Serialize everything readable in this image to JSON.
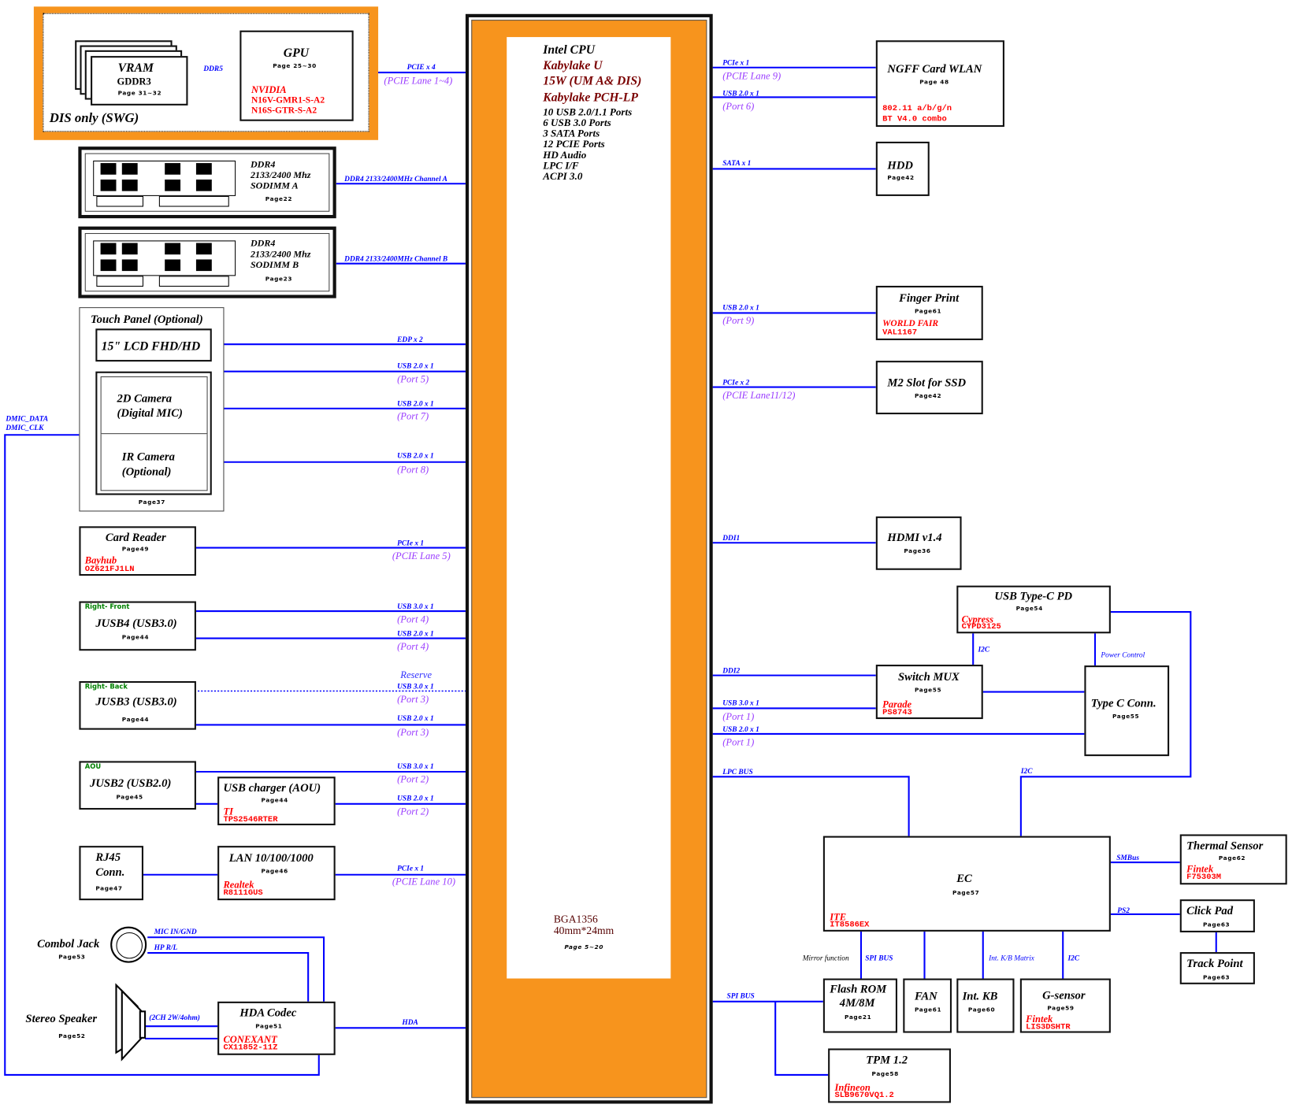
{
  "gpu_section": {
    "label": "DIS only (SWG)",
    "vram": {
      "title": "VRAM",
      "subtitle": "GDDR3",
      "page": "Page 31~32"
    },
    "link": "DDR5",
    "gpu": {
      "title": "GPU",
      "page": "Page 25~30",
      "vendor": "NVIDIA",
      "parts": [
        "N16V-GMR1-S-A2",
        "N16S-GTR-S-A2"
      ]
    },
    "bus": "PCIE x 4",
    "bus_note": "(PCIE Lane 1~4)"
  },
  "cpu": {
    "lines": [
      "Intel CPU",
      "Kabylake U",
      "15W (UM A& DIS)",
      "Kabylake  PCH-LP"
    ],
    "features": [
      "10 USB 2.0/1.1 Ports",
      "6 USB 3.0 Ports",
      "3 SATA Ports",
      "12 PCIE Ports",
      "HD Audio",
      "LPC I/F",
      "ACPI 3.0"
    ],
    "package": "BGA1356",
    "size": "40mm*24mm",
    "page": "Page  5~20"
  },
  "sodimm_a": {
    "lines": [
      "DDR4",
      "2133/2400  Mhz",
      "SODIMM A"
    ],
    "page": "Page22",
    "bus": "DDR4 2133/2400MHz Channel A"
  },
  "sodimm_b": {
    "lines": [
      "DDR4",
      "2133/2400  Mhz",
      "SODIMM B"
    ],
    "page": "Page23",
    "bus": "DDR4 2133/2400MHz Channel B"
  },
  "touch_panel": {
    "title": "Touch Panel (Optional)",
    "lcd": "15\" LCD  FHD/HD",
    "cam2d": [
      "2D Camera",
      "(Digital MIC)"
    ],
    "ir": [
      "IR Camera",
      "(Optional)"
    ],
    "page": "Page37",
    "edp": "EDP x 2",
    "usb_a": "USB 2.0 x 1",
    "port_a": "(Port 5)",
    "usb_b": "USB 2.0 x 1",
    "port_b": "(Port 7)",
    "usb_c": "USB 2.0 x 1",
    "port_c": "(Port 8)"
  },
  "dmic": [
    "DMIC_DATA",
    "DMIC_CLK"
  ],
  "card_reader": {
    "title": "Card Reader",
    "page": "Page49",
    "vendor": "Bayhub",
    "part": "OZ621FJ1LN",
    "bus": "PCIe x 1",
    "bus_note": "(PCIE Lane 5)"
  },
  "jusb4": {
    "tag": "Right- Front",
    "title": "JUSB4 (USB3.0)",
    "page": "Page44",
    "bus1": "USB 3.0 x 1",
    "port1": "(Port 4)",
    "bus2": "USB 2.0 x 1",
    "port2": "(Port 4)"
  },
  "jusb3": {
    "tag": "Right- Back",
    "title": "JUSB3 (USB3.0)",
    "page": "Page44",
    "reserve": "Reserve",
    "bus1": "USB 3.0 x 1",
    "port1": "(Port 3)",
    "bus2": "USB 2.0 x 1",
    "port2": "(Port 3)"
  },
  "jusb2": {
    "tag": "AOU",
    "title": "JUSB2 (USB2.0)",
    "page": "Page45",
    "bus1": "USB 3.0 x 1",
    "port1": "(Port 2)",
    "bus2": "USB 2.0 x 1",
    "port2": "(Port 2)"
  },
  "usb_charger": {
    "title": "USB charger (AOU)",
    "page": "Page44",
    "vendor": "TI",
    "part": "TPS2546RTER"
  },
  "rj45": {
    "title": [
      "RJ45",
      "Conn."
    ],
    "page": "Page47"
  },
  "lan": {
    "title": "LAN 10/100/1000",
    "page": "Page46",
    "vendor": "Realtek",
    "part": "R8111GUS",
    "bus": "PCIe x 1",
    "bus_note": "(PCIE Lane 10)"
  },
  "combo_jack": {
    "title": "Combol  Jack",
    "page": "Page53",
    "mic": "MIC IN/GND",
    "hp": "HP R/L"
  },
  "speaker": {
    "title": "Stereo Speaker",
    "page": "Page52",
    "spec": "(2CH 2W/4ohm)"
  },
  "hda_codec": {
    "title": "HDA Codec",
    "page": "Page51",
    "vendor": "CONEXANT",
    "part": "CX11852-11Z",
    "bus": "HDA"
  },
  "wlan": {
    "title": "NGFF Card WLAN",
    "page": "Page  48",
    "parts": [
      "802.11 a/b/g/n",
      "BT V4.0 combo"
    ],
    "bus1": "PCIe x 1",
    "note1": "(PCIE Lane 9)",
    "bus2": "USB 2.0 x 1",
    "note2": "(Port 6)"
  },
  "hdd": {
    "title": "HDD",
    "page": "Page42",
    "bus": "SATA x 1"
  },
  "finger_print": {
    "title": "Finger Print",
    "page": "Page61",
    "vendor": "WORLD  FAIR",
    "part": "VAL1167",
    "bus": "USB 2.0 x 1",
    "note": "(Port 9)"
  },
  "m2": {
    "title": "M2 Slot for SSD",
    "page": "Page42",
    "bus": "PCIe x 2",
    "note": "(PCIE Lane11/12)"
  },
  "hdmi": {
    "title": "HDMI v1.4",
    "page": "Page36",
    "bus": "DDI1"
  },
  "type_c_pd": {
    "title": "USB  Type-C PD",
    "page": "Page54",
    "vendor": "Cypress",
    "part": "CYPD3125",
    "i2c": "I2C",
    "power": "Power Control",
    "i2c_ec": "I2C"
  },
  "switch_mux": {
    "title": "Switch MUX",
    "page": "Page55",
    "vendor": "Parade",
    "part": "PS8743",
    "bus": "DDI2",
    "usb3": "USB 3.0 x 1",
    "usb3_note": "(Port 1)",
    "usb2": "USB 2.0 x 1",
    "usb2_note": "(Port 1)"
  },
  "type_c_conn": {
    "title": "Type C Conn.",
    "page": "Page55"
  },
  "ec": {
    "title": "EC",
    "page": "Page57",
    "vendor": "ITE",
    "part": "IT8586EX",
    "lpc": "LPC  BUS",
    "smbus": "SMBus",
    "ps2": "PS2",
    "mirror": "Mirror function",
    "spi": "SPI BUS",
    "kb": "Int. K/B Matrix",
    "i2c": "I2C"
  },
  "thermal": {
    "title": "Thermal Sensor",
    "page": "Page62",
    "vendor": "Fintek",
    "part": "F75303M"
  },
  "click_pad": {
    "title": "Click Pad",
    "page": "Page63"
  },
  "track_point": {
    "title": "Track Point",
    "page": "Page63"
  },
  "flash_rom": {
    "title": [
      "Flash ROM",
      "4M/8M"
    ],
    "page": "Page21"
  },
  "fan": {
    "title": "FAN",
    "page": "Page61"
  },
  "int_kb": {
    "title": "Int. KB",
    "page": "Page60"
  },
  "g_sensor": {
    "title": "G-sensor",
    "page": "Page59",
    "vendor": "Fintek",
    "part": "LIS3DSHTR"
  },
  "tpm": {
    "title": "TPM 1.2",
    "page": "Page58",
    "vendor": "Infineon",
    "part": "SLB9670VQ1.2",
    "spi": "SPI BUS"
  },
  "colors": {
    "bus_line": "#0000ff",
    "port_note": "#9a3cff",
    "vendor": "#ff0000",
    "cpu_fill": "#f7941d"
  }
}
